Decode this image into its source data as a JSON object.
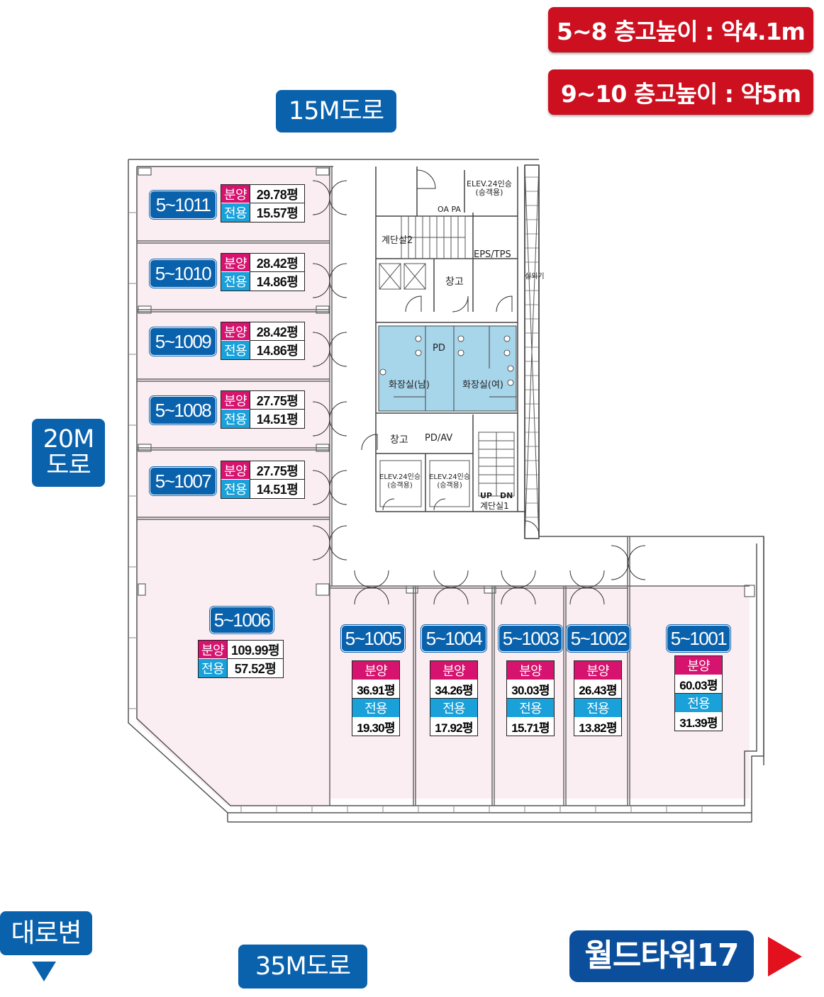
{
  "ceiling": {
    "floors_5_8": "5~8 층고높이 : 약4.1m",
    "floors_9_10": "9~10 층고높이 : 약5m"
  },
  "roads": {
    "top": "15M도로",
    "left_line1": "20M",
    "left_line2": "도로",
    "bottom": "35M도로",
    "main_road": "대로변"
  },
  "building_name": "월드타워17",
  "labels": {
    "sale": "분양",
    "exclusive": "전용"
  },
  "units_left": [
    {
      "id": "5~1011",
      "sale": "29.78평",
      "exclusive": "15.57평"
    },
    {
      "id": "5~1010",
      "sale": "28.42평",
      "exclusive": "14.86평"
    },
    {
      "id": "5~1009",
      "sale": "28.42평",
      "exclusive": "14.86평"
    },
    {
      "id": "5~1008",
      "sale": "27.75평",
      "exclusive": "14.51평"
    },
    {
      "id": "5~1007",
      "sale": "27.75평",
      "exclusive": "14.51평"
    }
  ],
  "unit_1006": {
    "id": "5~1006",
    "sale": "109.99평",
    "exclusive": "57.52평"
  },
  "units_bottom": [
    {
      "id": "5~1005",
      "sale": "36.91평",
      "exclusive": "19.30평"
    },
    {
      "id": "5~1004",
      "sale": "34.26평",
      "exclusive": "17.92평"
    },
    {
      "id": "5~1003",
      "sale": "30.03평",
      "exclusive": "15.71평"
    },
    {
      "id": "5~1002",
      "sale": "26.43평",
      "exclusive": "13.82평"
    },
    {
      "id": "5~1001",
      "sale": "60.03평",
      "exclusive": "31.39평"
    }
  ],
  "core": {
    "elev_top": "ELEV.24인승",
    "elev_top_sub": "(승객용)",
    "oa_pa": "OA PA",
    "stair2": "계단실2",
    "eps": "EPS/TPS",
    "storage": "창고",
    "outdoor_unit": "실외기",
    "pd": "PD",
    "restroom_m": "화장실(남)",
    "restroom_f": "화장실(여)",
    "pdav": "PD/AV",
    "elev": "ELEV.24인승",
    "elev_sub": "(승객용)",
    "stair1": "계단실1",
    "up": "UP",
    "dn": "DN"
  }
}
